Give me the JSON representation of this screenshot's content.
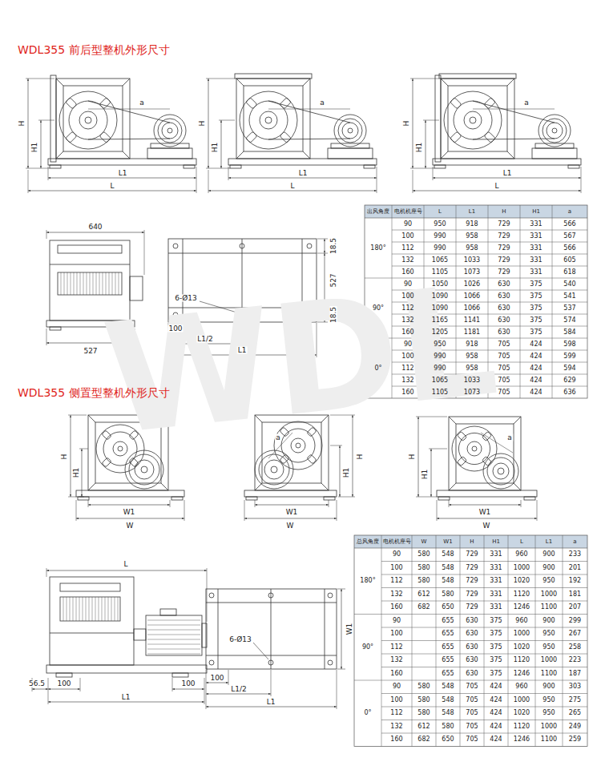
{
  "diagram": {
    "labels": [
      "WDL355 前后型整机外形尺寸",
      "H",
      "H1",
      "a",
      "L1",
      "L",
      "H",
      "H1",
      "a",
      "L1",
      "L",
      "H",
      "H1",
      "a",
      "L1",
      "L",
      "640",
      "527",
      "6-Ø13",
      "100",
      "L1/2",
      "L1",
      "18.5",
      "527",
      "18.5",
      "出风角度",
      "电机机座号",
      "L",
      "L1",
      "H",
      "H1",
      "a",
      "180°",
      "90",
      "950",
      "918",
      "729",
      "331",
      "566",
      "100",
      "990",
      "958",
      "729",
      "331",
      "567",
      "112",
      "990",
      "958",
      "729",
      "331",
      "566",
      "132",
      "1065",
      "1033",
      "729",
      "331",
      "605",
      "160",
      "1105",
      "1073",
      "729",
      "331",
      "618",
      "90°",
      "90",
      "1050",
      "1026",
      "630",
      "375",
      "540",
      "100",
      "1090",
      "1066",
      "630",
      "375",
      "541",
      "112",
      "1090",
      "1066",
      "630",
      "375",
      "537",
      "132",
      "1165",
      "1141",
      "630",
      "375",
      "574",
      "160",
      "1205",
      "1181",
      "630",
      "375",
      "584",
      "0°",
      "90",
      "950",
      "918",
      "705",
      "424",
      "598",
      "100",
      "990",
      "958",
      "705",
      "424",
      "599",
      "112",
      "990",
      "958",
      "705",
      "424",
      "594",
      "132",
      "1065",
      "1033",
      "705",
      "424",
      "629",
      "160",
      "1105",
      "1073",
      "705",
      "424",
      "636",
      "WDL355 侧置型整机外形尺寸",
      "H",
      "H1",
      "W1",
      "W",
      "a",
      "H",
      "H1",
      "W1",
      "W",
      "a",
      "H",
      "H1",
      "W1",
      "W",
      "L",
      "56.5",
      "100",
      "100",
      "L1",
      "6-Ø13",
      "W1",
      "100",
      "L1/2",
      "L1",
      "总风角度",
      "电机机座号",
      "W",
      "W1",
      "H",
      "H1",
      "L",
      "L1",
      "a",
      "180°",
      "90",
      "580",
      "548",
      "729",
      "331",
      "960",
      "900",
      "233",
      "100",
      "580",
      "548",
      "729",
      "331",
      "1000",
      "900",
      "201",
      "112",
      "580",
      "548",
      "729",
      "331",
      "1020",
      "950",
      "192",
      "132",
      "612",
      "580",
      "729",
      "331",
      "1120",
      "1000",
      "181",
      "160",
      "682",
      "650",
      "729",
      "331",
      "1246",
      "1100",
      "207",
      "90°",
      "90",
      "655",
      "630",
      "375",
      "960",
      "900",
      "299",
      "100",
      "655",
      "630",
      "375",
      "1000",
      "950",
      "267",
      "112",
      "655",
      "630",
      "375",
      "1020",
      "950",
      "258",
      "132",
      "655",
      "630",
      "375",
      "1120",
      "1000",
      "223",
      "160",
      "655",
      "630",
      "375",
      "1246",
      "1100",
      "187",
      "0°",
      "90",
      "580",
      "548",
      "705",
      "424",
      "960",
      "900",
      "303",
      "100",
      "580",
      "548",
      "705",
      "424",
      "1000",
      "950",
      "275",
      "112",
      "580",
      "548",
      "705",
      "424",
      "1020",
      "950",
      "265",
      "132",
      "612",
      "580",
      "705",
      "424",
      "1120",
      "1000",
      "249",
      "160",
      "682",
      "650",
      "705",
      "424",
      "1246",
      "1100",
      "259",
      "WDL"
    ]
  }
}
